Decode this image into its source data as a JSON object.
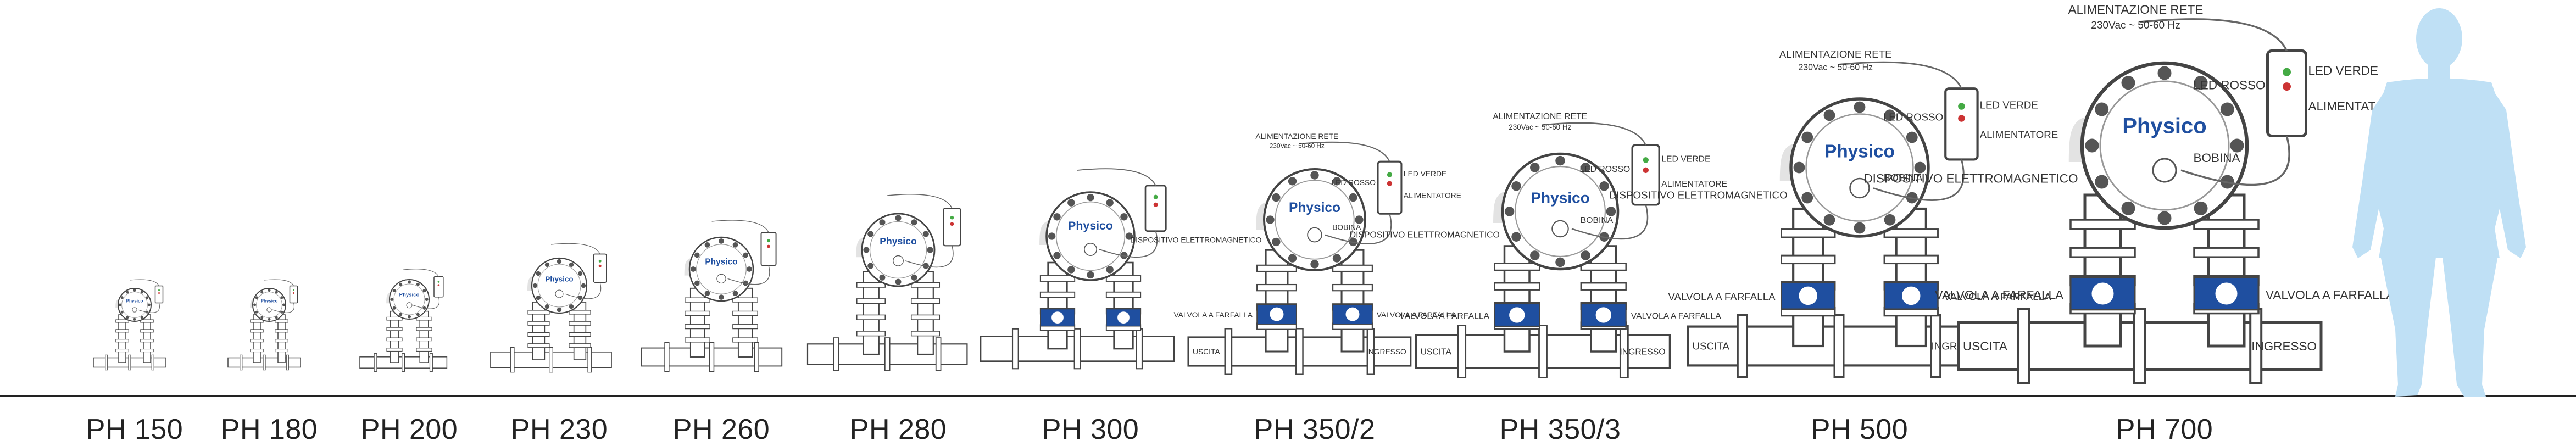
{
  "brand": "Physico",
  "models": [
    {
      "name": "PH 150"
    },
    {
      "name": "PH 180"
    },
    {
      "name": "PH 200"
    },
    {
      "name": "PH 230"
    },
    {
      "name": "PH 260"
    },
    {
      "name": "PH 280"
    },
    {
      "name": "PH 300"
    },
    {
      "name": "PH 350/2"
    },
    {
      "name": "PH 350/3"
    },
    {
      "name": "PH 500"
    },
    {
      "name": "PH 700"
    }
  ],
  "callouts": {
    "power_supply": "ALIMENTAZIONE RETE",
    "power_spec": "230Vac ~ 50-60 Hz",
    "led_green": "LED VERDE",
    "led_red": "LED ROSSO",
    "power_unit": "ALIMENTATORE",
    "coil": "BOBINA",
    "dispositivo": "DISPOSITIVO ELETTROMAGNETICO",
    "valve_left": "VALVOLA A FARFALLA",
    "valve_right": "VALVOLA A FARFALLA",
    "outlet": "USCITA",
    "inlet": "INGRESSO"
  },
  "colors": {
    "line": "#444444",
    "valve_blue": "#1f4fa0",
    "human_silhouette": "#bfe0f5",
    "ground": "#222222"
  }
}
